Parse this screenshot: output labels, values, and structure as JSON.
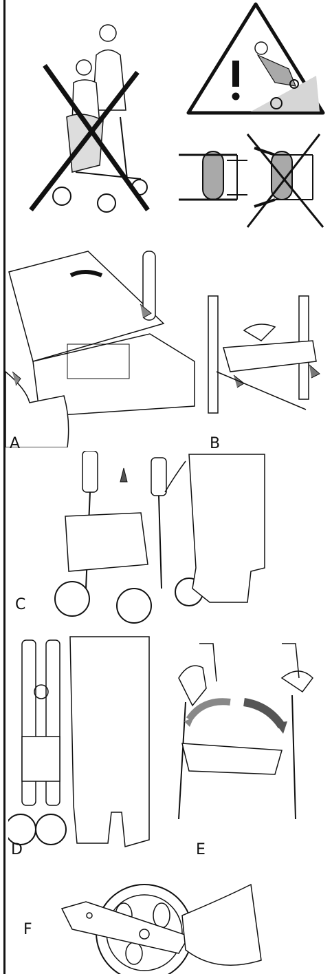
{
  "labels": {
    "a": "A",
    "b": "B",
    "c": "C",
    "d": "D",
    "e": "E",
    "f": "F"
  },
  "colors": {
    "line": "#111111",
    "gray_fill": "#a9a9a9",
    "dark_gray": "#707070",
    "light_gray": "#d6d6d6"
  }
}
